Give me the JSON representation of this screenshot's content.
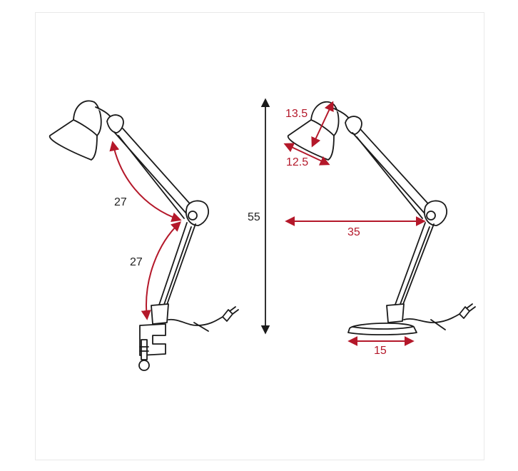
{
  "colors": {
    "dimension": "#b4182a",
    "outline": "#1a1a1a",
    "height_arrow": "#1a1a1a"
  },
  "left_view": {
    "arm_upper_label": "27",
    "arm_lower_label": "27"
  },
  "right_view": {
    "total_height_label": "55",
    "shade_height_label": "13.5",
    "shade_width_label": "12.5",
    "reach_label": "35",
    "base_width_label": "15"
  }
}
